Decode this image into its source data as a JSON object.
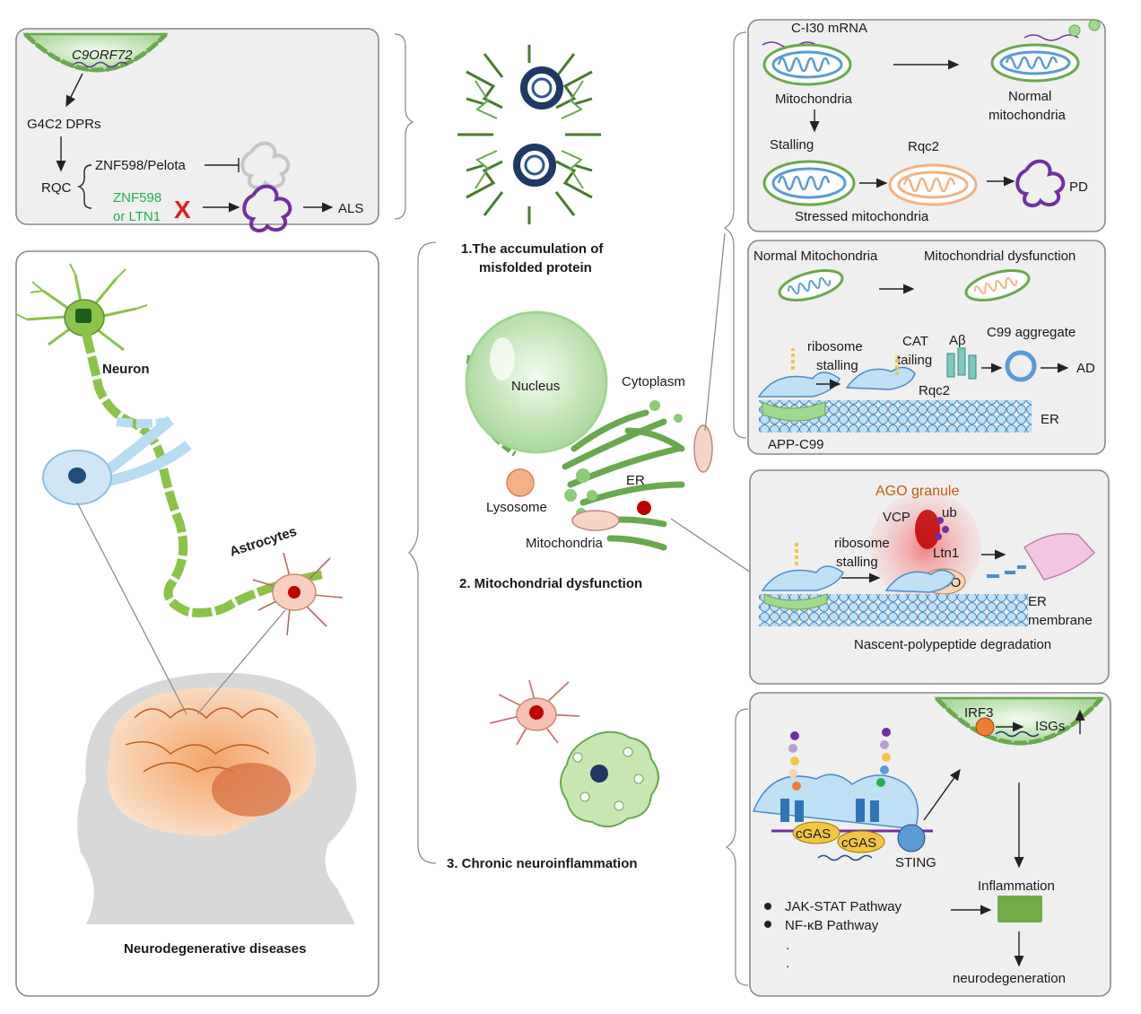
{
  "colors": {
    "nucleus_green": "#bfe3b0",
    "er_green": "#6aa84f",
    "mito_blue": "#5b9bd5",
    "mito_orange": "#f4b183",
    "aggregate_purple": "#7030a0",
    "agg_navy": "#1f3864",
    "ago_red": "#e06666",
    "accent_green_text": "#22b14c",
    "cross_red": "#e02020"
  },
  "panel_rqc_als": {
    "gene": "C9ORF72",
    "dprs": "G4C2 DPRs",
    "rqc": "RQC",
    "factor_top": "ZNF598/Pelota",
    "factor_bot_1": "ZNF598",
    "factor_bot_2": "or LTN1",
    "cross": "X",
    "disease": "ALS"
  },
  "panel_neuro": {
    "neuron": "Neuron",
    "astrocytes": "Astrocytes",
    "caption": "Neurodegenerative diseases"
  },
  "center": {
    "label_1": "1.The accumulation of",
    "label_1b": "misfolded protein",
    "nucleus": "Nucleus",
    "cytoplasm": "Cytoplasm",
    "er": "ER",
    "lysosome": "Lysosome",
    "mitochondria": "Mitochondria",
    "label_2": "2. Mitochondrial dysfunction",
    "label_3": "3. Chronic neuroinflammation"
  },
  "panel_pd": {
    "mrna": "C-I30 mRNA",
    "mito": "Mitochondria",
    "normal_1": "Normal",
    "normal_2": "mitochondria",
    "stalling": "Stalling",
    "rqc2": "Rqc2",
    "stressed": "Stressed mitochondria",
    "disease": "PD"
  },
  "panel_ad": {
    "normal_mito": "Normal Mitochondria",
    "dysfunction": "Mitochondrial dysfunction",
    "ribosome_1": "ribosome",
    "ribosome_2": "stalling",
    "cat_1": "CAT",
    "cat_2": "tailing",
    "abeta": "Aβ",
    "c99": "C99 aggregate",
    "rqc2": "Rqc2",
    "disease": "AD",
    "er": "ER",
    "app": "APP-C99"
  },
  "panel_ago": {
    "granule": "AGO granule",
    "vcp": "VCP",
    "ub": "ub",
    "ribosome_1": "ribosome",
    "ribosome_2": "stalling",
    "ltn1": "Ltn1",
    "ago": "AGO",
    "er_1": "ER",
    "er_2": "membrane",
    "caption": "Nascent-polypeptide degradation"
  },
  "panel_inflam": {
    "irf3": "IRF3",
    "isgs": "ISGs",
    "cgas_1": "cGAS",
    "cgas_2": "cGAS",
    "sting": "STING",
    "inflammation": "Inflammation",
    "jak": "JAK-STAT Pathway",
    "nfkb": "NF-κB Pathway",
    "dots": ".",
    "neurodegeneration": "neurodegeneration"
  }
}
